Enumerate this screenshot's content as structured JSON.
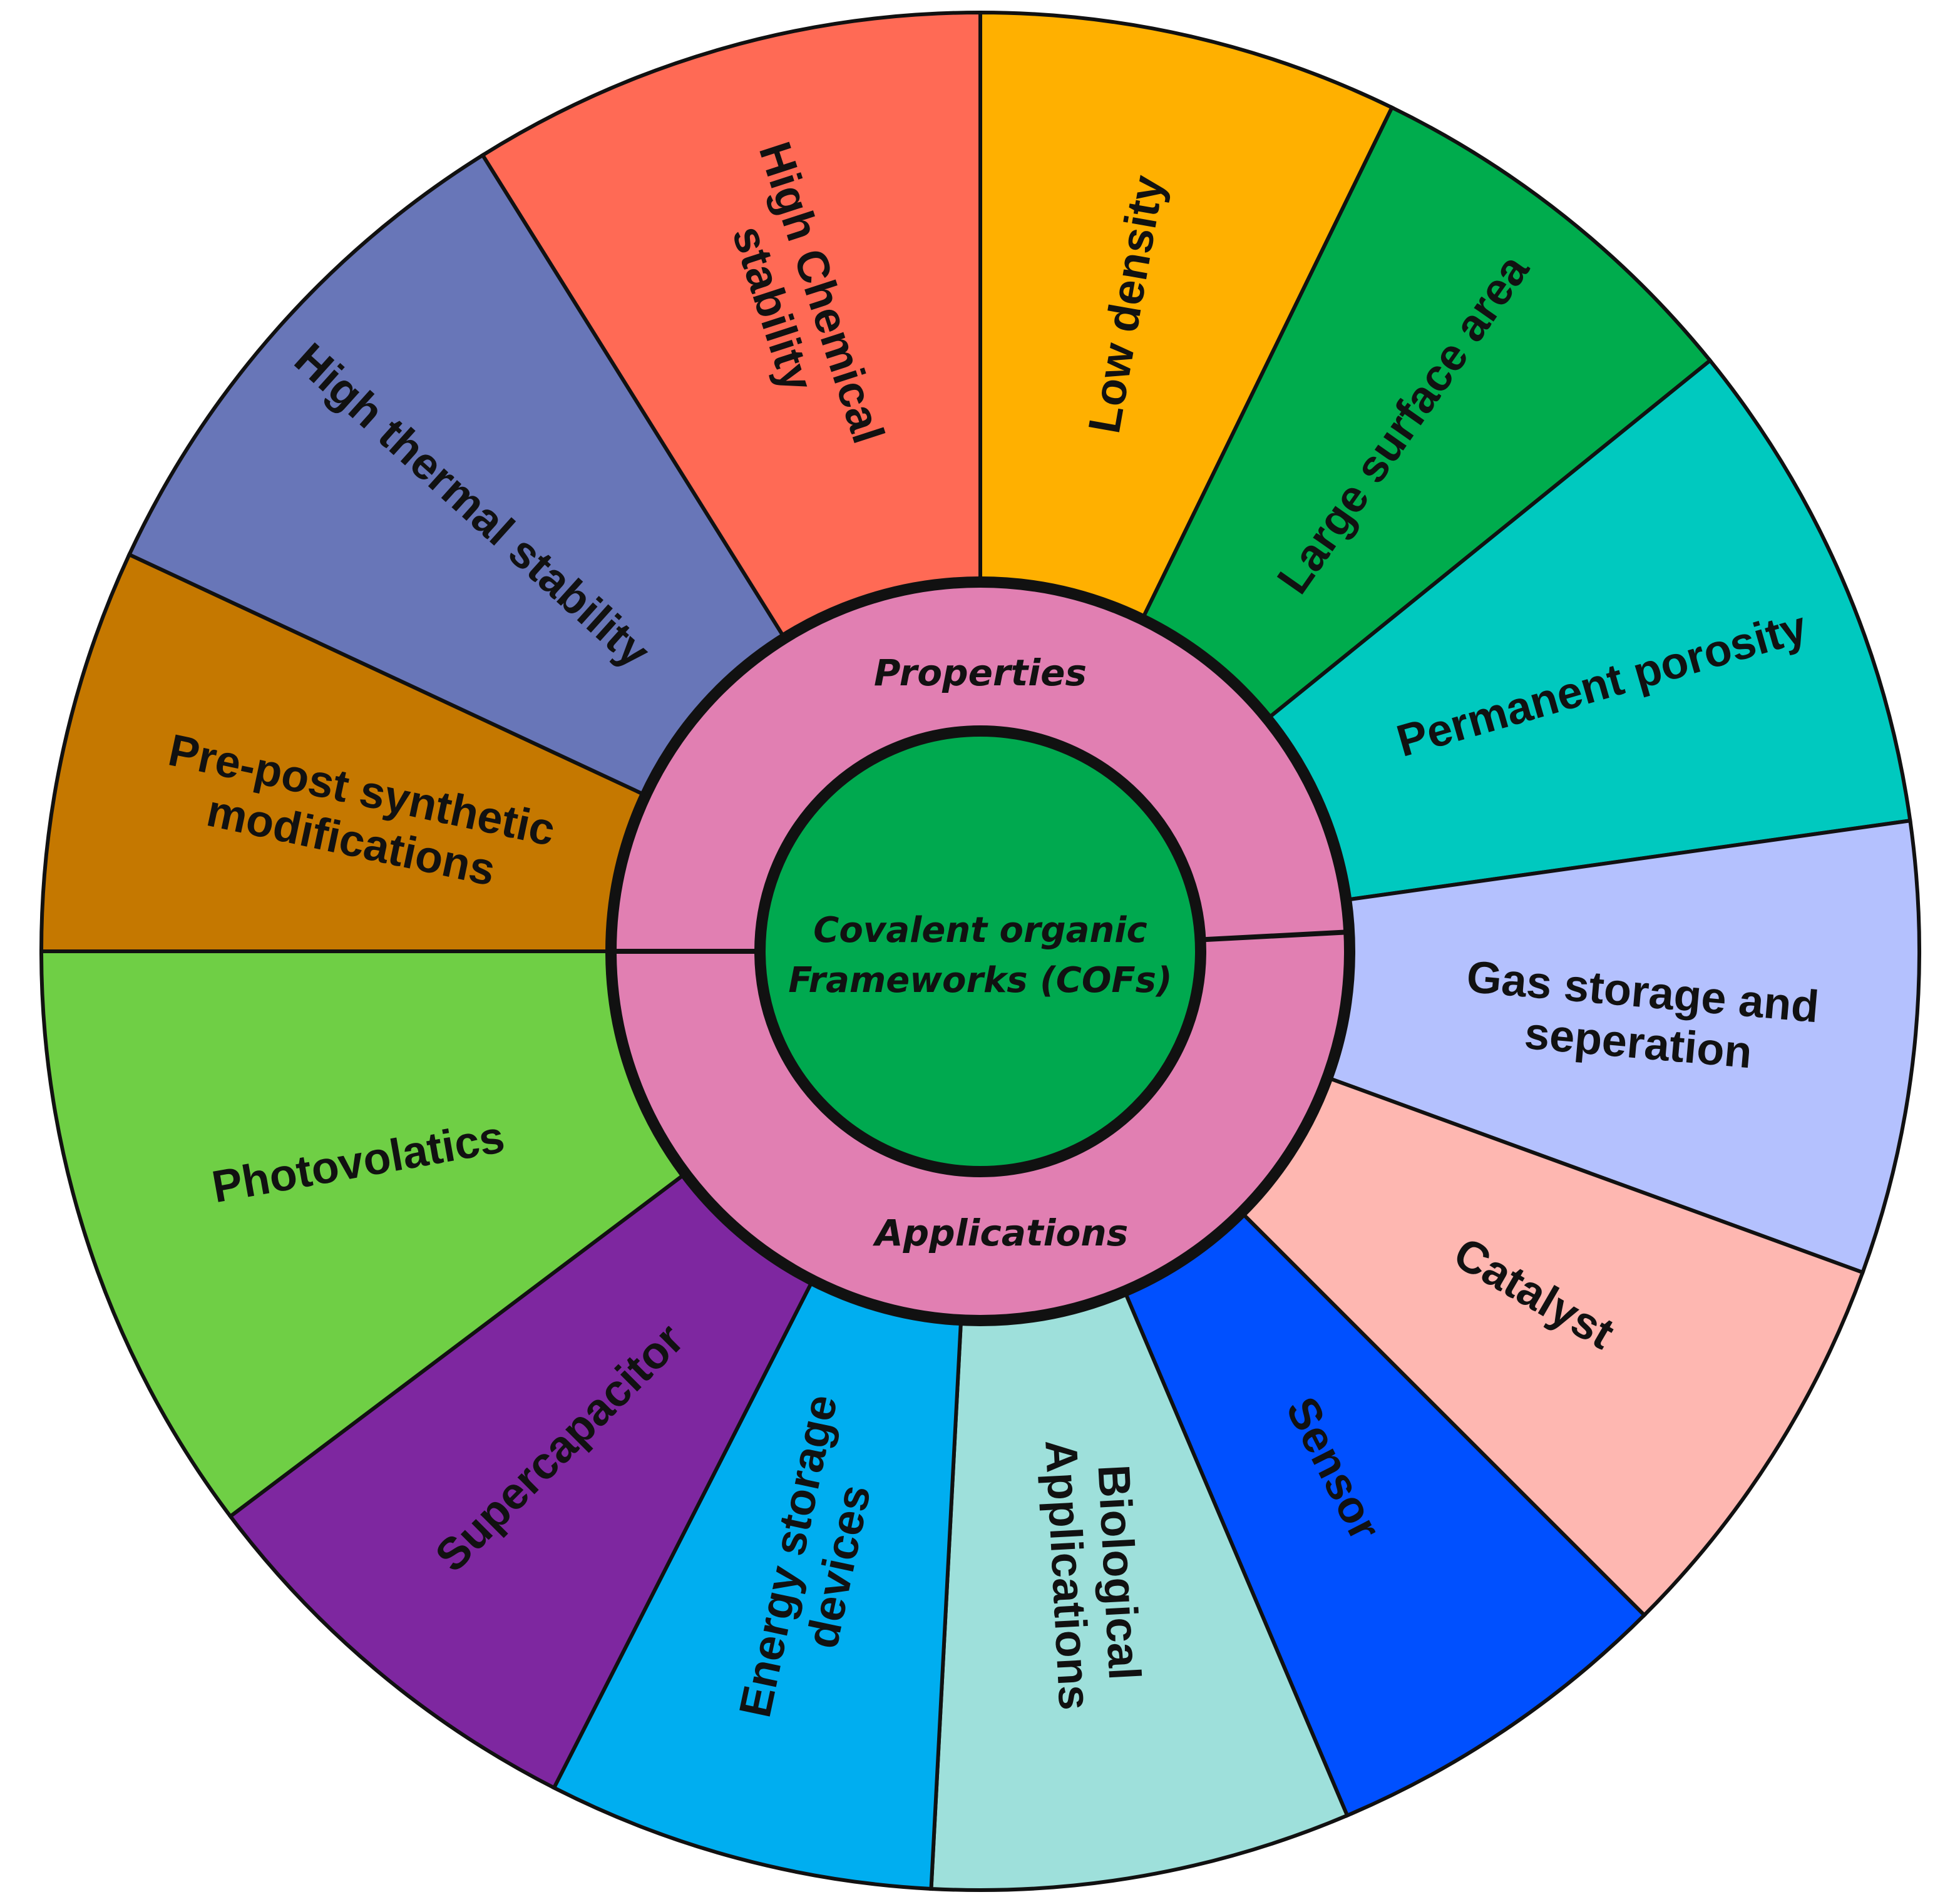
{
  "center": {
    "lines": [
      "Covalent organic",
      "Frameworks (COFs)"
    ],
    "color": "#00A94F"
  },
  "rings": {
    "properties_label": "Properties",
    "applications_label": "Applications",
    "color": "#E17FB2"
  },
  "segments": [
    {
      "lines": [
        "Low density"
      ],
      "color": "#FFB000"
    },
    {
      "lines": [
        "Large surface area"
      ],
      "color": "#00AC4D"
    },
    {
      "lines": [
        "Permanent porosity"
      ],
      "color": "#00C9BF"
    },
    {
      "lines": [
        "Gas storage and",
        "seperation"
      ],
      "color": "#B4C1FE"
    },
    {
      "lines": [
        "Catalyst"
      ],
      "color": "#FEB7B1"
    },
    {
      "lines": [
        "Sensor"
      ],
      "color": "#0050FF"
    },
    {
      "lines": [
        "Biological",
        "Applications"
      ],
      "color": "#9EE0DB"
    },
    {
      "lines": [
        "Energy storage",
        "devices"
      ],
      "color": "#00AEF0"
    },
    {
      "lines": [
        "Supercapacitor"
      ],
      "color": "#7E27A0"
    },
    {
      "lines": [
        "Photovolatics"
      ],
      "color": "#6FCF45"
    },
    {
      "lines": [
        "Pre-post synthetic",
        "modifications"
      ],
      "color": "#C57800"
    },
    {
      "lines": [
        "High thermal stability"
      ],
      "color": "#6876B8"
    },
    {
      "lines": [
        "High Chemical",
        "stability"
      ],
      "color": "#FF6A55"
    }
  ]
}
